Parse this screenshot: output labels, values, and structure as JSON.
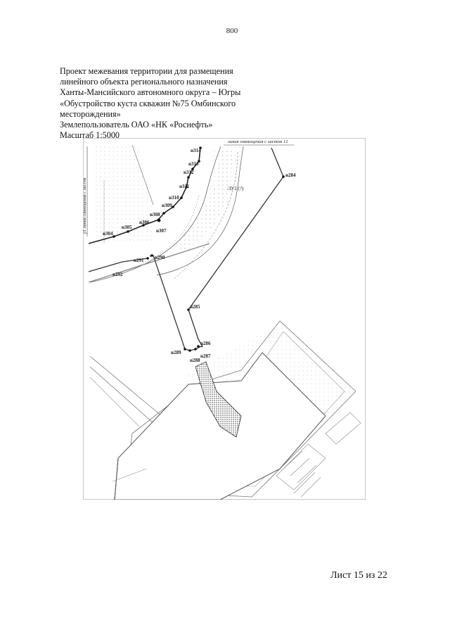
{
  "page_number": "800",
  "header": {
    "lines": [
      "Проект межевания территории для размещения",
      "линейного объекта регионального назначения",
      "Ханты-Мансийского автономного округа – Югры",
      "«Обустройство куста скважин №75 Омбинского",
      "месторождения»",
      "Землепользователь ОАО «НК «Роснефть»",
      "Масштаб 1:5000"
    ]
  },
  "map": {
    "top_caption": "линия совмещения с листом 12",
    "left_caption": "р1 линия совмещения с листом",
    "parcel_label": ":ЗУ2 (?)",
    "points": {
      "n314": "н314",
      "n313": "н313",
      "n312": "н312",
      "n311": "н311",
      "n310": "н310",
      "n309": "н309",
      "n308": "н308",
      "n307": "н307",
      "n306": "н306",
      "n305": "н305",
      "n304": "н304",
      "n291": "н291",
      "n290": "н290",
      "n292": "н292",
      "n284": "н284",
      "n285": "н285",
      "n286": "н286",
      "n287": "н287",
      "n288": "н288",
      "n289": "н289"
    }
  },
  "footer": {
    "sheet": "Лист 15 из 22"
  }
}
